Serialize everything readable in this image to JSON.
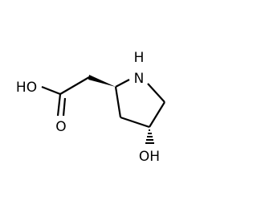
{
  "molecule": {
    "atoms": {
      "nitrogen": "N",
      "nitrogen_hydrogen": "H",
      "acid_hydroxyl": "HO",
      "ring_hydroxyl": "OH",
      "carbonyl_oxygen": "O"
    },
    "colors": {
      "bond": "#000000",
      "label": "#000000",
      "background": "#ffffff"
    }
  }
}
